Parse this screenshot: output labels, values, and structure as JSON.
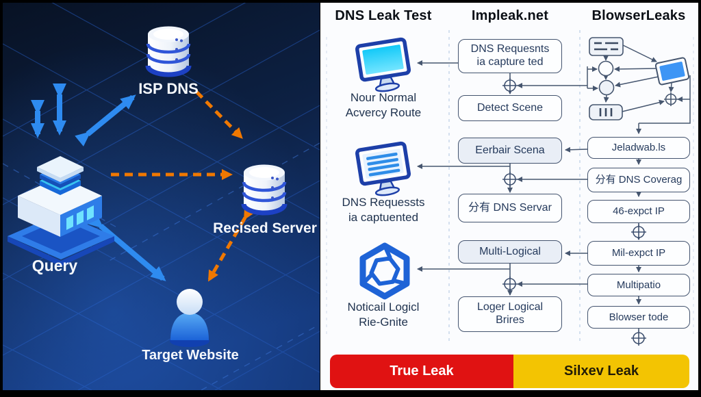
{
  "diagram": {
    "node_isp_dns": "ISP DNS",
    "node_query": "Query",
    "node_recised_server": "Recised Server",
    "node_target_website": "Target Website",
    "colors": {
      "background": "#0d1d3d",
      "grid": "#2456b4",
      "arrow_blue": "#2e8bf0",
      "arrow_orange": "#f07800"
    }
  },
  "panel": {
    "col1": {
      "title": "DNS Leak Test",
      "item1_icon": "monitor-icon",
      "item1_label": "Nour Normal\nAcvercy Route",
      "item2_icon": "monitor-lines-icon",
      "item2_label": "DNS Requessts\nia captuented",
      "item3_icon": "hexagon-logo-icon",
      "item3_label": "Noticail Logicl\nRie-Gnite"
    },
    "col2": {
      "title": "Impleak.net",
      "box1": "DNS Requesnts\nia capture ted",
      "box2": "Detect Scene",
      "box3": "Eerbair Scena",
      "box4": "分有 DNS Servar",
      "box5": "Multi-Logical",
      "box6": "Loger Logical\nBrires"
    },
    "col3": {
      "title": "BlowserLeaks",
      "box1": "Jeladwab.ls",
      "box2": "分有 DNS Coverag",
      "box3": "46-expct IP",
      "box4": "Mil-expct IP",
      "box5": "Multipatio",
      "box6": "Blowser tode"
    },
    "legend": {
      "true_leak": "True Leak",
      "true_leak_color": "#e01212",
      "silxev_leak": "Silxev Leak",
      "silxev_leak_color": "#f3c402"
    },
    "connector_color": "#46566f"
  }
}
